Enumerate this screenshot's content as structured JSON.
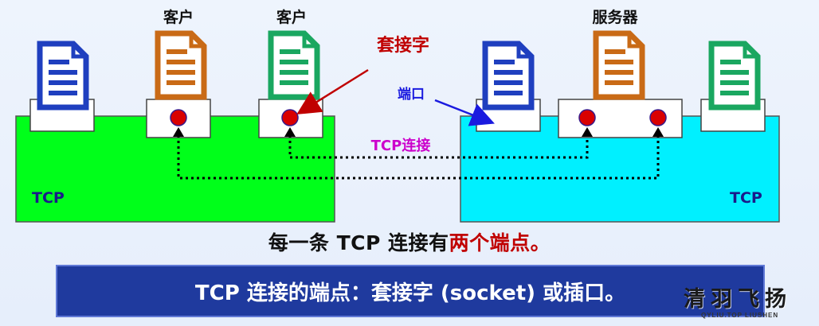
{
  "labels": {
    "client1": "客户",
    "client2": "客户",
    "server": "服务器",
    "socket": "套接字",
    "port": "端口",
    "connection": "TCP连接",
    "tcp_left": "TCP",
    "tcp_right": "TCP"
  },
  "caption": {
    "part1": "每一条 TCP 连接有",
    "part2": "两个端点。"
  },
  "banner": {
    "text": "TCP 连接的端点：套接字 (socket) 或插口。"
  },
  "watermark": {
    "brand": "清羽飞扬",
    "sub": "QYLIU.TOP   LIUSHEN"
  },
  "colors": {
    "left_box": "#00ff1a",
    "right_box": "#00f0ff",
    "doc_blue": "#1f3fbf",
    "doc_orange": "#c96a16",
    "doc_green": "#1aa760",
    "socket_dot": "#d90000",
    "socket_label": "#c00000",
    "port_label": "#1a1adf",
    "connection_label": "#cc00cc",
    "banner_bg": "#1f3a9e"
  },
  "icons": {
    "documents": [
      "document-icon-blue",
      "document-icon-orange",
      "document-icon-green",
      "document-icon-blue",
      "document-icon-orange",
      "document-icon-green"
    ]
  }
}
